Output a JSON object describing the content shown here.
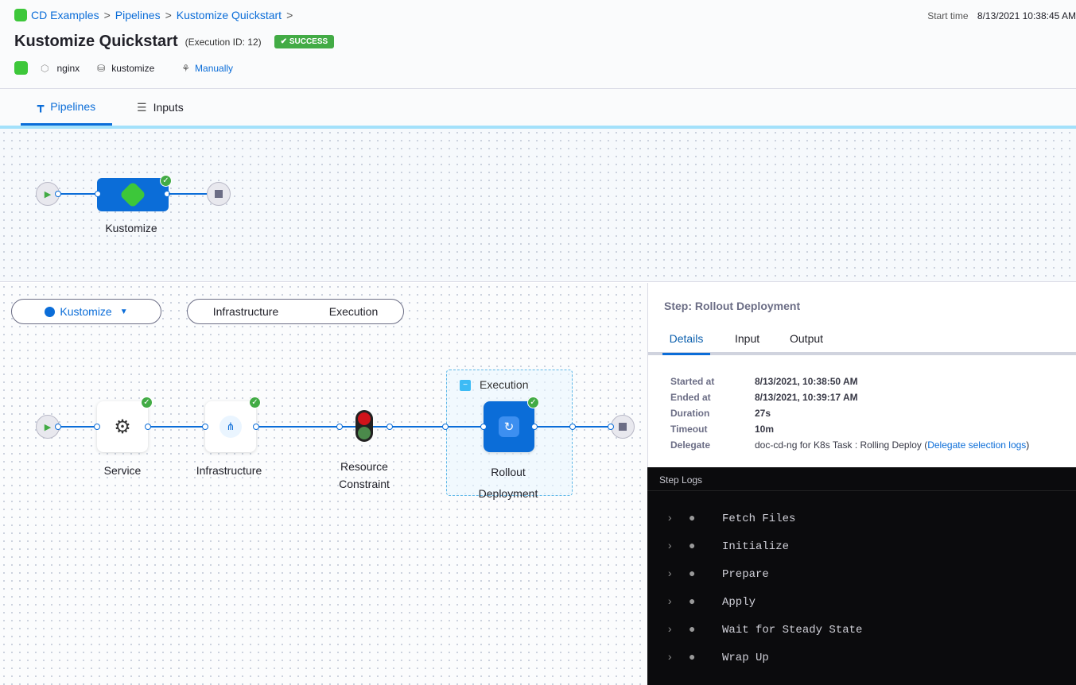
{
  "breadcrumbs": [
    "CD Examples",
    "Pipelines",
    "Kustomize Quickstart"
  ],
  "header": {
    "title": "Kustomize Quickstart",
    "execution_id": "(Execution ID: 12)",
    "status": "SUCCESS",
    "start_time_label": "Start time",
    "start_time": "8/13/2021 10:38:45 AM",
    "service": "nginx",
    "environment": "kustomize",
    "trigger": "Manually"
  },
  "tabs": [
    {
      "label": "Pipelines",
      "active": true
    },
    {
      "label": "Inputs"
    }
  ],
  "pipeline": {
    "stage": "Kustomize"
  },
  "stage_view": {
    "stage_select": "Kustomize",
    "toggle": [
      "Infrastructure",
      "Execution"
    ],
    "nodes": {
      "service": "Service",
      "infrastructure": "Infrastructure",
      "resource_constraint": "Resource Constraint",
      "group": "Execution",
      "rollout": "Rollout Deployment"
    }
  },
  "details": {
    "step_title": "Step: Rollout Deployment",
    "tabs": [
      "Details",
      "Input",
      "Output"
    ],
    "rows": [
      {
        "k": "Started at",
        "v": "8/13/2021, 10:38:50 AM"
      },
      {
        "k": "Ended at",
        "v": "8/13/2021, 10:39:17 AM"
      },
      {
        "k": "Duration",
        "v": "27s"
      },
      {
        "k": "Timeout",
        "v": "10m"
      },
      {
        "k": "Delegate",
        "v": "doc-cd-ng for K8s Task : Rolling Deploy ("
      }
    ],
    "delegate_link": "Delegate selection logs",
    "delegate_close": ")"
  },
  "logs": {
    "title": "Step Logs",
    "items": [
      "Fetch Files",
      "Initialize",
      "Prepare",
      "Apply",
      "Wait for Steady State",
      "Wrap Up"
    ]
  },
  "colors": {
    "accent": "#0b6dd8",
    "success": "#42ab45",
    "log_bg": "#0b0b0d"
  }
}
